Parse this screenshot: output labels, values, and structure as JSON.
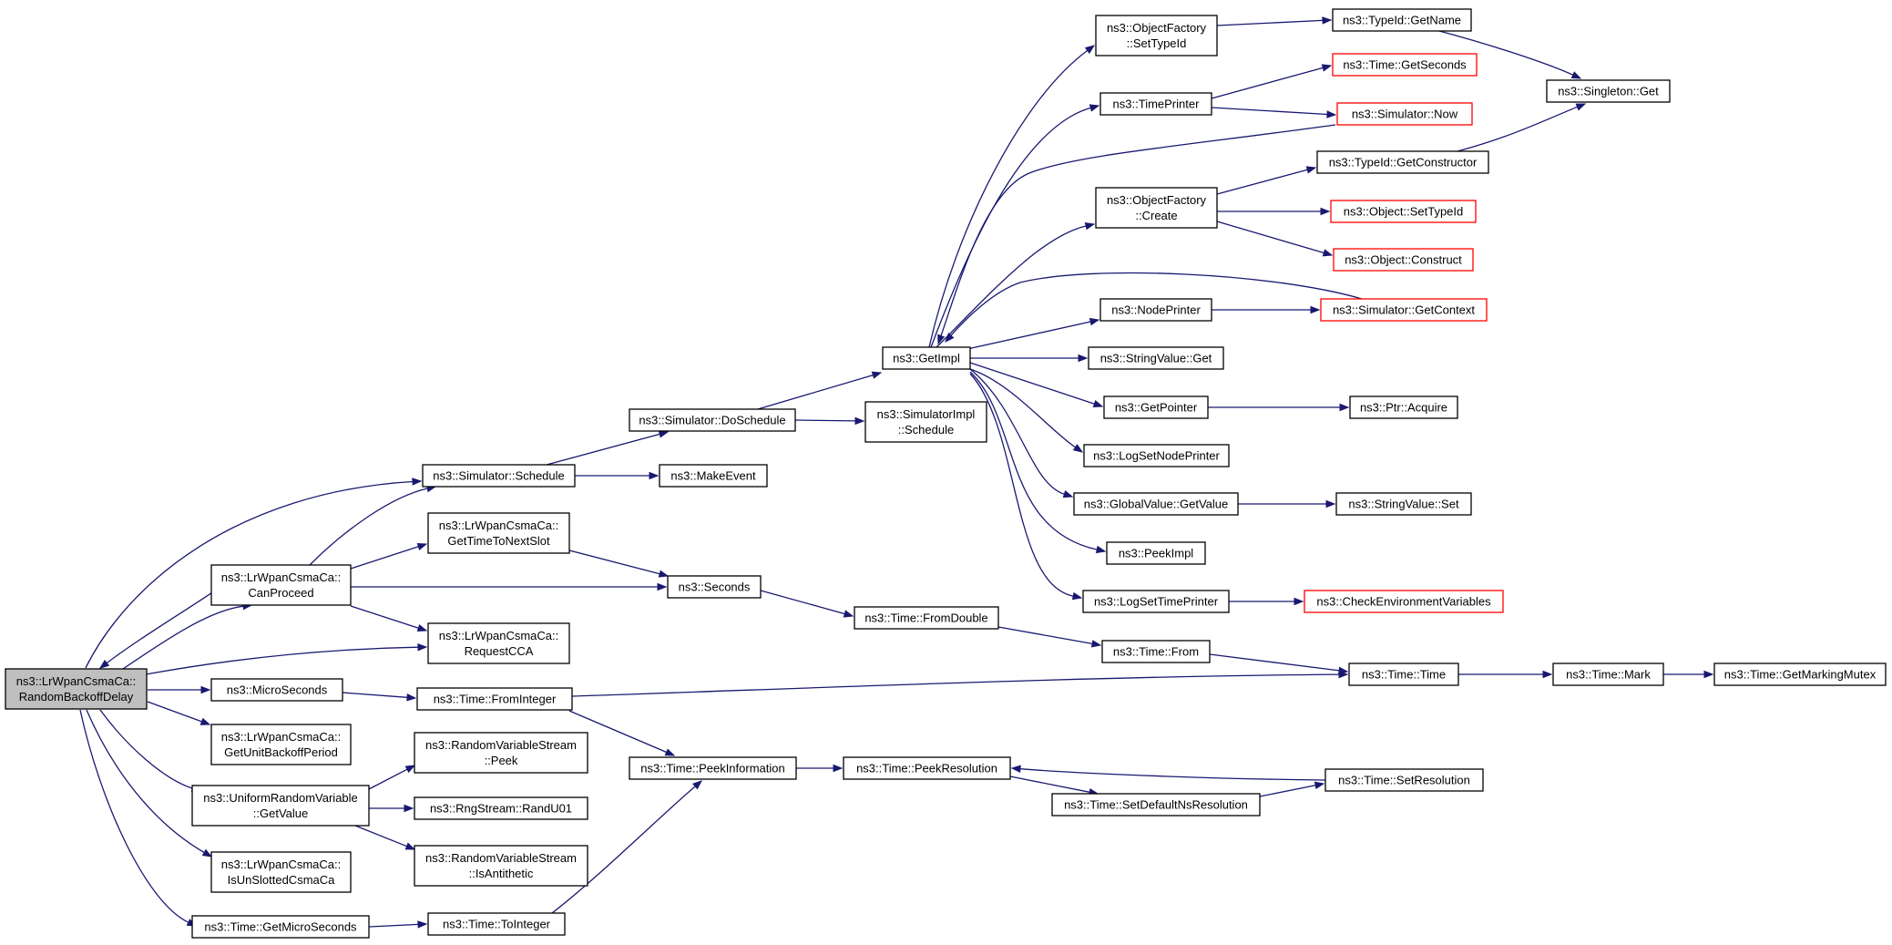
{
  "colors": {
    "edge": "#191970",
    "node_border": "#000000",
    "node_border_external": "#ff0000",
    "root_fill": "#bfbfbf",
    "node_fill": "#ffffff"
  },
  "nodes": [
    {
      "id": "root",
      "lines": [
        "ns3::LrWpanCsmaCa::",
        "RandomBackoffDelay"
      ],
      "style": "root"
    },
    {
      "id": "canproceed",
      "lines": [
        "ns3::LrWpanCsmaCa::",
        "CanProceed"
      ],
      "style": "normal"
    },
    {
      "id": "sim_schedule",
      "lines": [
        "ns3::Simulator::Schedule"
      ],
      "style": "normal"
    },
    {
      "id": "time_to_next_slot",
      "lines": [
        "ns3::LrWpanCsmaCa::",
        "GetTimeToNextSlot"
      ],
      "style": "normal"
    },
    {
      "id": "request_cca",
      "lines": [
        "ns3::LrWpanCsmaCa::",
        "RequestCCA"
      ],
      "style": "normal"
    },
    {
      "id": "microseconds",
      "lines": [
        "ns3::MicroSeconds"
      ],
      "style": "normal"
    },
    {
      "id": "unit_backoff",
      "lines": [
        "ns3::LrWpanCsmaCa::",
        "GetUnitBackoffPeriod"
      ],
      "style": "normal"
    },
    {
      "id": "uniform_getvalue",
      "lines": [
        "ns3::UniformRandomVariable",
        "::GetValue"
      ],
      "style": "normal"
    },
    {
      "id": "is_unslotted",
      "lines": [
        "ns3::LrWpanCsmaCa::",
        "IsUnSlottedCsmaCa"
      ],
      "style": "normal"
    },
    {
      "id": "get_microseconds",
      "lines": [
        "ns3::Time::GetMicroSeconds"
      ],
      "style": "normal"
    },
    {
      "id": "do_schedule",
      "lines": [
        "ns3::Simulator::DoSchedule"
      ],
      "style": "normal"
    },
    {
      "id": "make_event",
      "lines": [
        "ns3::MakeEvent"
      ],
      "style": "normal"
    },
    {
      "id": "seconds",
      "lines": [
        "ns3::Seconds"
      ],
      "style": "normal"
    },
    {
      "id": "from_integer",
      "lines": [
        "ns3::Time::FromInteger"
      ],
      "style": "normal"
    },
    {
      "id": "rvs_peek",
      "lines": [
        "ns3::RandomVariableStream",
        "::Peek"
      ],
      "style": "normal"
    },
    {
      "id": "randu01",
      "lines": [
        "ns3::RngStream::RandU01"
      ],
      "style": "normal"
    },
    {
      "id": "rvs_antithetic",
      "lines": [
        "ns3::RandomVariableStream",
        "::IsAntithetic"
      ],
      "style": "normal"
    },
    {
      "id": "to_integer",
      "lines": [
        "ns3::Time::ToInteger"
      ],
      "style": "normal"
    },
    {
      "id": "peek_information",
      "lines": [
        "ns3::Time::PeekInformation"
      ],
      "style": "normal"
    },
    {
      "id": "get_impl",
      "lines": [
        "ns3::GetImpl"
      ],
      "style": "normal"
    },
    {
      "id": "simimpl_schedule",
      "lines": [
        "ns3::SimulatorImpl",
        "::Schedule"
      ],
      "style": "normal"
    },
    {
      "id": "from_double",
      "lines": [
        "ns3::Time::FromDouble"
      ],
      "style": "normal"
    },
    {
      "id": "peek_resolution",
      "lines": [
        "ns3::Time::PeekResolution"
      ],
      "style": "normal"
    },
    {
      "id": "of_settypeid",
      "lines": [
        "ns3::ObjectFactory",
        "::SetTypeId"
      ],
      "style": "normal"
    },
    {
      "id": "time_printer",
      "lines": [
        "ns3::TimePrinter"
      ],
      "style": "normal"
    },
    {
      "id": "of_create",
      "lines": [
        "ns3::ObjectFactory",
        "::Create"
      ],
      "style": "normal"
    },
    {
      "id": "node_printer",
      "lines": [
        "ns3::NodePrinter"
      ],
      "style": "normal"
    },
    {
      "id": "stringvalue_get",
      "lines": [
        "ns3::StringValue::Get"
      ],
      "style": "normal"
    },
    {
      "id": "get_pointer",
      "lines": [
        "ns3::GetPointer"
      ],
      "style": "normal"
    },
    {
      "id": "log_set_node_printer",
      "lines": [
        "ns3::LogSetNodePrinter"
      ],
      "style": "normal"
    },
    {
      "id": "globalvalue_getvalue",
      "lines": [
        "ns3::GlobalValue::GetValue"
      ],
      "style": "normal"
    },
    {
      "id": "peek_impl",
      "lines": [
        "ns3::PeekImpl"
      ],
      "style": "normal"
    },
    {
      "id": "log_set_time_printer",
      "lines": [
        "ns3::LogSetTimePrinter"
      ],
      "style": "normal"
    },
    {
      "id": "time_from",
      "lines": [
        "ns3::Time::From"
      ],
      "style": "normal"
    },
    {
      "id": "set_default_ns_resolution",
      "lines": [
        "ns3::Time::SetDefaultNsResolution"
      ],
      "style": "normal"
    },
    {
      "id": "typeid_getname",
      "lines": [
        "ns3::TypeId::GetName"
      ],
      "style": "normal"
    },
    {
      "id": "time_getseconds",
      "lines": [
        "ns3::Time::GetSeconds"
      ],
      "style": "external"
    },
    {
      "id": "simulator_now",
      "lines": [
        "ns3::Simulator::Now"
      ],
      "style": "external"
    },
    {
      "id": "typeid_getconstructor",
      "lines": [
        "ns3::TypeId::GetConstructor"
      ],
      "style": "normal"
    },
    {
      "id": "object_settypeid",
      "lines": [
        "ns3::Object::SetTypeId"
      ],
      "style": "external"
    },
    {
      "id": "object_construct",
      "lines": [
        "ns3::Object::Construct"
      ],
      "style": "external"
    },
    {
      "id": "simulator_getcontext",
      "lines": [
        "ns3::Simulator::GetContext"
      ],
      "style": "external"
    },
    {
      "id": "ptr_acquire",
      "lines": [
        "ns3::Ptr::Acquire"
      ],
      "style": "normal"
    },
    {
      "id": "stringvalue_set",
      "lines": [
        "ns3::StringValue::Set"
      ],
      "style": "normal"
    },
    {
      "id": "check_env_vars",
      "lines": [
        "ns3::CheckEnvironmentVariables"
      ],
      "style": "external"
    },
    {
      "id": "time_time",
      "lines": [
        "ns3::Time::Time"
      ],
      "style": "normal"
    },
    {
      "id": "time_set_resolution",
      "lines": [
        "ns3::Time::SetResolution"
      ],
      "style": "normal"
    },
    {
      "id": "singleton_get",
      "lines": [
        "ns3::Singleton::Get"
      ],
      "style": "normal"
    },
    {
      "id": "time_mark",
      "lines": [
        "ns3::Time::Mark"
      ],
      "style": "normal"
    },
    {
      "id": "get_marking_mutex",
      "lines": [
        "ns3::Time::GetMarkingMutex"
      ],
      "style": "normal"
    }
  ]
}
